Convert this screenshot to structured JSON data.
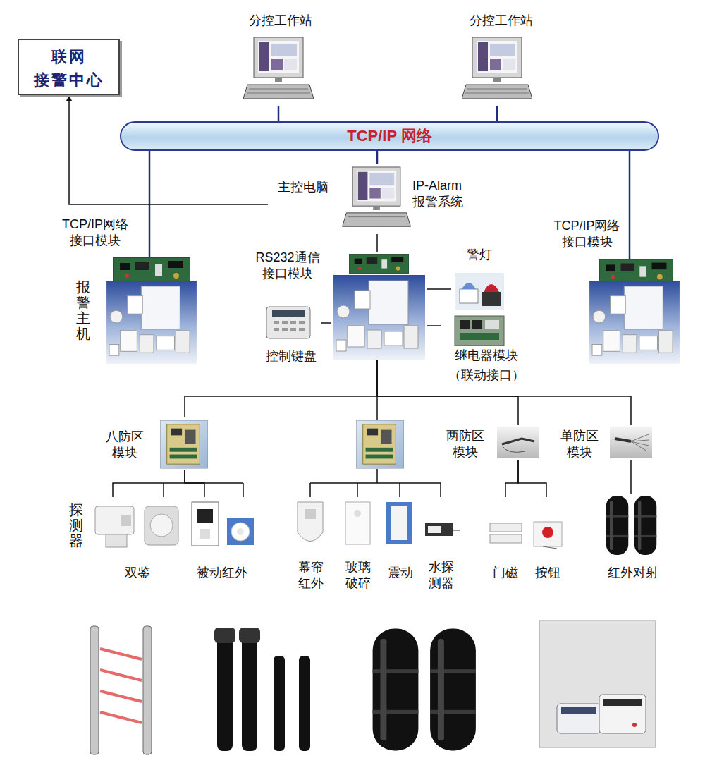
{
  "diagram": {
    "nodes": [
      {
        "text": [
          "联网 接警中心"
        ]
      },
      {
        "text": [
          "分控工作站"
        ]
      },
      {
        "text": [
          "分控工作站"
        ]
      },
      {
        "text": [
          "TCP/IP 网络"
        ]
      },
      {
        "text": [
          "主控电脑",
          "IP-Alarm 报警系统"
        ]
      },
      {
        "text": [
          "TCP/IP网络 接口模块"
        ]
      },
      {
        "text": [
          "RS232通信 接口模块"
        ]
      },
      {
        "text": [
          "TCP/IP网络 接口模块"
        ]
      },
      {
        "text": [
          "控制键盘"
        ]
      },
      {
        "text": [
          "警灯"
        ]
      },
      {
        "text": [
          "继电器模块",
          "（联动接口）"
        ]
      },
      {
        "text": [
          "八防区 模块"
        ]
      },
      {
        "text": [
          "两防区 模块"
        ]
      },
      {
        "text": [
          "单防区 模块"
        ]
      },
      {
        "text": [
          "双鉴"
        ]
      },
      {
        "text": [
          "被动红外"
        ]
      },
      {
        "text": [
          "幕帘 红外"
        ]
      },
      {
        "text": [
          "玻璃 破碎"
        ]
      },
      {
        "text": [
          "震动"
        ]
      },
      {
        "text": [
          "水探 测器"
        ]
      },
      {
        "text": [
          "门磁"
        ]
      },
      {
        "text": [
          "按钮"
        ]
      },
      {
        "text": [
          "红外对射"
        ]
      }
    ],
    "edges": [
      {
        "from": 1,
        "to": 3,
        "arrow": "none"
      },
      {
        "from": 2,
        "to": 3,
        "arrow": "none"
      },
      {
        "from": 4,
        "to": 3,
        "arrow": "none"
      },
      {
        "from": 5,
        "to": 3,
        "arrow": "none"
      },
      {
        "from": 7,
        "to": 3,
        "arrow": "none"
      },
      {
        "from": 4,
        "to": 0,
        "arrow": "to"
      },
      {
        "from": 4,
        "to": 6,
        "arrow": "none"
      },
      {
        "from": 6,
        "to": 8,
        "arrow": "none"
      },
      {
        "from": 6,
        "to": 9,
        "arrow": "none"
      },
      {
        "from": 6,
        "to": 10,
        "arrow": "none"
      },
      {
        "from": 6,
        "to": 11,
        "arrow": "none"
      },
      {
        "from": 6,
        "to": 12,
        "arrow": "none"
      },
      {
        "from": 6,
        "to": 13,
        "arrow": "none"
      },
      {
        "from": 11,
        "to": 14,
        "arrow": "none"
      },
      {
        "from": 11,
        "to": 15,
        "arrow": "none"
      },
      {
        "from": 12,
        "to": 20,
        "arrow": "none"
      },
      {
        "from": 12,
        "to": 21,
        "arrow": "none"
      },
      {
        "from": 13,
        "to": 22,
        "arrow": "none"
      }
    ],
    "labels": [
      "报警主机",
      "探测器"
    ]
  }
}
